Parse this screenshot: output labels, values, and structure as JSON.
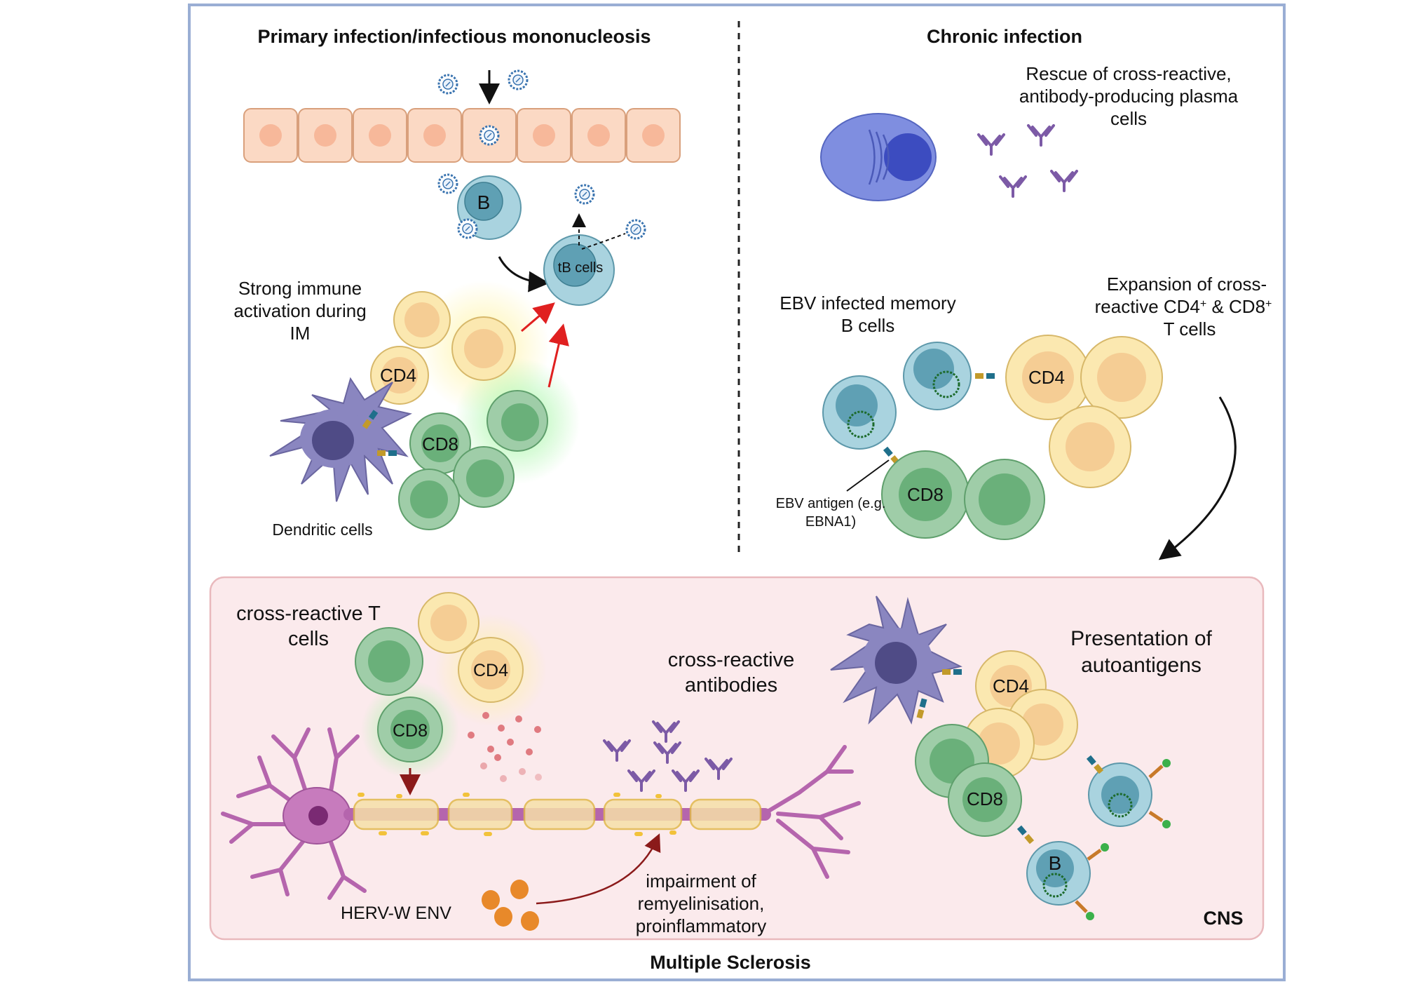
{
  "titles": {
    "primary": "Primary infection/infectious mononucleosis",
    "chronic": "Chronic infection",
    "ms": "Multiple Sclerosis",
    "cns": "CNS"
  },
  "primary": {
    "b_cell": "B",
    "tb_cells": "tB cells",
    "cd4": "CD4",
    "cd8": "CD8",
    "dendritic": "Dendritic cells",
    "immune_line1": "Strong immune",
    "immune_line2": "activation during",
    "immune_line3": "IM"
  },
  "chronic": {
    "rescue_line1": "Rescue of cross-reactive,",
    "rescue_line2": "antibody-producing plasma",
    "rescue_line3": "cells",
    "memory_line1": "EBV infected memory",
    "memory_line2": "B cells",
    "expansion_line1": "Expansion of cross-",
    "expansion_line2a": "reactive CD4",
    "sup_plus": "+",
    "amp": " & CD8",
    "expansion_line3": "T cells",
    "cd4": "CD4",
    "cd8": "CD8",
    "antigen_line1": "EBV antigen (e.g.",
    "antigen_line2": "EBNA1)"
  },
  "ms": {
    "tcells_line1": "cross-reactive T",
    "tcells_line2": "cells",
    "cd4": "CD4",
    "cd8": "CD8",
    "antibodies_line1": "cross-reactive",
    "antibodies_line2": "antibodies",
    "herv": "HERV-W ENV",
    "impair_line1": "impairment of",
    "impair_line2": "remyelinisation,",
    "impair_line3": "proinflammatory",
    "present_line1": "Presentation of",
    "present_line2": "autoantigens",
    "cd4_right": "CD4",
    "cd8_right": "CD8",
    "b_right": "B"
  },
  "colors": {
    "frame": "#9aaed4",
    "cns_bg": "#fbeaec",
    "cns_border": "#e9b9bd",
    "epithelium": "#fbd9c4",
    "b_cell": "#a9d3df",
    "cd4": "#fbe8b0",
    "cd8": "#9fcda8",
    "dendritic": "#8a86c0",
    "plasma": "#6f7fd6",
    "neuron": "#c77bbd",
    "antibody": "#7c5aa6",
    "red_arrow": "#e02020"
  }
}
